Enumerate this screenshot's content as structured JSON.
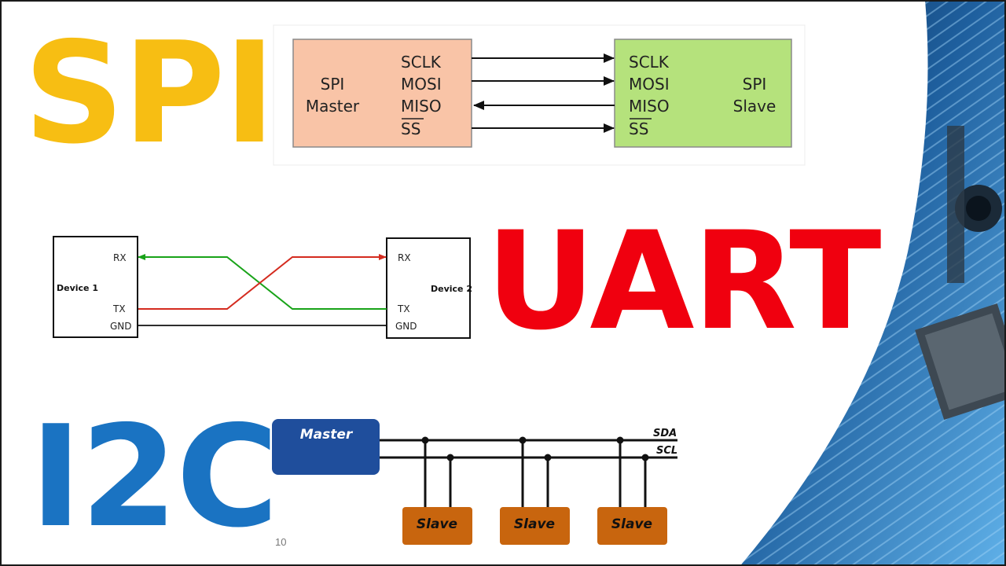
{
  "titles": {
    "spi": "SPI",
    "uart": "UART",
    "i2c": "I2C"
  },
  "spi": {
    "master": [
      "SPI",
      "Master"
    ],
    "slave": [
      "SPI",
      "Slave"
    ],
    "signals": [
      "SCLK",
      "MOSI",
      "MISO",
      "SS"
    ]
  },
  "uart": {
    "device1": "Device 1",
    "device2": "Device 2",
    "d1_pins": [
      "RX",
      "TX",
      "GND"
    ],
    "d2_pins": [
      "RX",
      "TX",
      "GND"
    ]
  },
  "i2c": {
    "master": "Master",
    "lines": [
      "SDA",
      "SCL"
    ],
    "slaves": [
      "Slave",
      "Slave",
      "Slave"
    ]
  },
  "page_number": "10",
  "colors": {
    "spi_title": "#f7be13",
    "uart_title": "#f0000f",
    "i2c_title": "#1a73c2",
    "spi_master_box": "#f9c4a7",
    "spi_slave_box": "#b5e27c",
    "uart_rx_line": "#19a319",
    "uart_tx_line": "#d42b1f",
    "i2c_master_box": "#1f4e9c",
    "i2c_slave_box": "#c8650e"
  }
}
